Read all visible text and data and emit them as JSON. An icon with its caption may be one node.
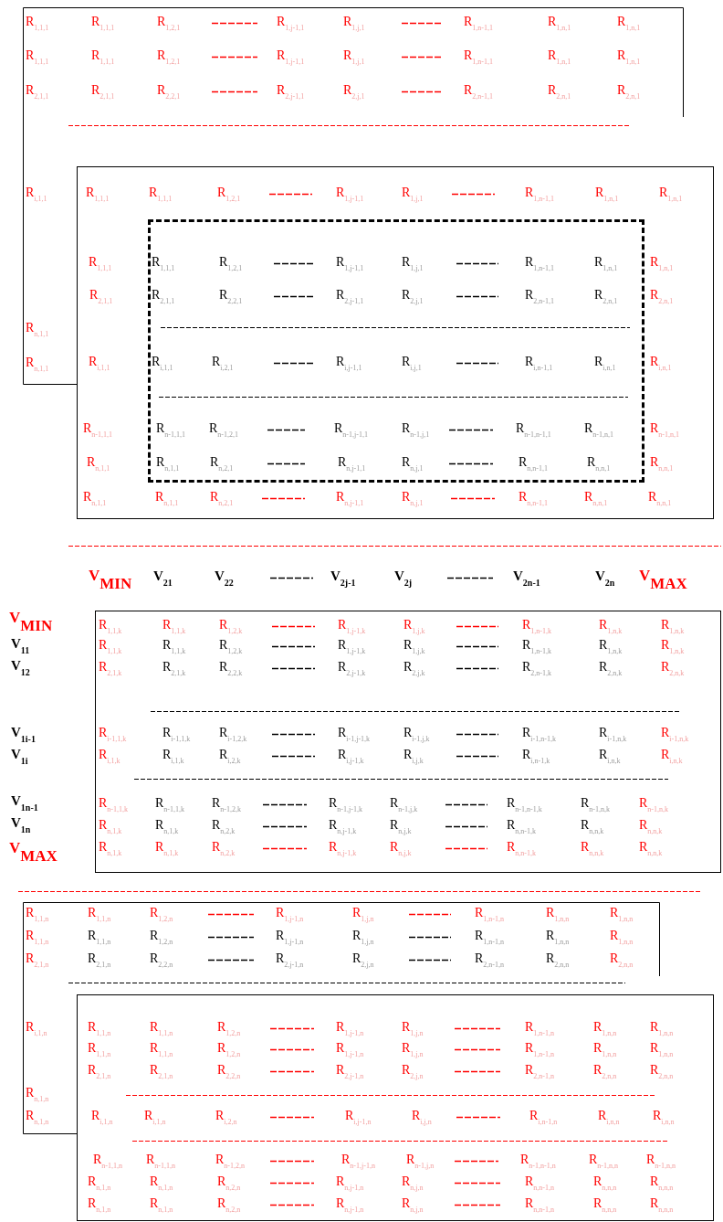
{
  "diagram": {
    "nodes": [
      {
        "text": [
          "R$_{1,1,1}$",
          "R$_{1,1,1}$",
          "R$_{1,2,1}$",
          "R$_{1,j-1,1}$",
          "R$_{1,j,1}$",
          "R$_{1,n-1,1}$",
          "R$_{1,n,1}$",
          "R$_{1,n,1}$",
          "R$_{1,1,1}$",
          "R$_{1,1,1}$",
          "R$_{1,2,1}$",
          "R$_{1,j-1,1}$",
          "R$_{1,j,1}$",
          "R$_{1,n-1,1}$",
          "R$_{1,n,1}$",
          "R$_{1,n,1}$",
          "R$_{2,1,1}$",
          "R$_{2,1,1}$",
          "R$_{2,2,1}$",
          "R$_{2,j-1,1}$",
          "R$_{2,j,1}$",
          "R$_{2,n-1,1}$",
          "R$_{2,n,1}$",
          "R$_{2,n,1}$",
          "R$_{i,1,1}$",
          "R$_{n,1,1}$",
          "R$_{n,1,1}$"
        ]
      },
      {
        "text": [
          "R$_{1,1,1}$",
          "R$_{1,1,1}$",
          "R$_{1,2,1}$",
          "R$_{1,j-1,1}$",
          "R$_{1,j,1}$",
          "R$_{1,n-1,1}$",
          "R$_{1,n,1}$",
          "R$_{1,n,1}$",
          "R$_{1,1,1}$",
          "R$_{1,n,1}$",
          "R$_{2,1,1}$",
          "R$_{2,n,1}$",
          "R$_{i,1,1}$",
          "R$_{i,n,1}$",
          "R$_{n-1,1,1}$",
          "R$_{n-1,n,1}$",
          "R$_{n,1,1}$",
          "R$_{n,n,1}$",
          "R$_{n,1,1}$",
          "R$_{n,1,1}$",
          "R$_{n,2,1}$",
          "R$_{n,j-1,1}$",
          "R$_{n,j,1}$",
          "R$_{n,n-1,1}$",
          "R$_{n,n,1}$",
          "R$_{n,n,1}$"
        ],
        "in": 0
      },
      {
        "text": [
          "R$_{1,1,1}$",
          "R$_{1,2,1}$",
          "R$_{1,j-1,1}$",
          "R$_{1,j,1}$",
          "R$_{1,n-1,1}$",
          "R$_{1,n,1}$",
          "R$_{2,1,1}$",
          "R$_{2,2,1}$",
          "R$_{2,j-1,1}$",
          "R$_{2,j,1}$",
          "R$_{2,n-1,1}$",
          "R$_{2,n,1}$",
          "R$_{i,1,1}$",
          "R$_{i,2,1}$",
          "R$_{i,j-1,1}$",
          "R$_{i,j,1}$",
          "R$_{i,n-1,1}$",
          "R$_{i,n,1}$",
          "R$_{n-1,1,1}$",
          "R$_{n-1,2,1}$",
          "R$_{n-1,j-1,1}$",
          "R$_{n-1,j,1}$",
          "R$_{n-1,n-1,1}$",
          "R$_{n-1,n,1}$",
          "R$_{n,1,1}$",
          "R$_{n,2,1}$",
          "R$_{n,j-1,1}$",
          "R$_{n,j,1}$",
          "R$_{n,n-1,1}$",
          "R$_{n,n,1}$"
        ],
        "in": 1
      },
      {
        "text": [
          "R$_{1,1,k}$",
          "R$_{1,1,k}$",
          "R$_{1,2,k}$",
          "R$_{1,j-1,k}$",
          "R$_{1,j,k}$",
          "R$_{1,n-1,k}$",
          "R$_{1,n,k}$",
          "R$_{1,n,k}$",
          "R$_{1,1,k}$",
          "R$_{1,1,k}$",
          "R$_{1,2,k}$",
          "R$_{1,j-1,k}$",
          "R$_{1,j,k}$",
          "R$_{1,n-1,k}$",
          "R$_{1,n,k}$",
          "R$_{1,n,k}$",
          "R$_{2,1,k}$",
          "R$_{2,1,k}$",
          "R$_{2,2,k}$",
          "R$_{2,j-1,k}$",
          "R$_{2,j,k}$",
          "R$_{2,n-1,k}$",
          "R$_{2,n,k}$",
          "R$_{2,n,k}$",
          "R$_{i-1,1,k}$",
          "R$_{i-1,1,k}$",
          "R$_{i-1,2,k}$",
          "R$_{i-1,j-1,k}$",
          "R$_{i-1,j,k}$",
          "R$_{i-1,n-1,k}$",
          "R$_{i-1,n,k}$",
          "R$_{i-1,n,k}$",
          "R$_{i,1,k}$",
          "R$_{i,1,k}$",
          "R$_{i,2,k}$",
          "R$_{i,j-1,k}$",
          "R$_{i,j,k}$",
          "R$_{i,n-1,k}$",
          "R$_{i,n,k}$",
          "R$_{i,n,k}$",
          "R$_{n-1,1,k}$",
          "R$_{n-1,1,k}$",
          "R$_{n-1,2,k}$",
          "R$_{n-1,j-1,k}$",
          "R$_{n-1,j,k}$",
          "R$_{n-1,n-1,k}$",
          "R$_{n-1,n,k}$",
          "R$_{n-1,n,k}$",
          "R$_{n,1,k}$",
          "R$_{n,1,k}$",
          "R$_{n,2,k}$",
          "R$_{n,j-1,k}$",
          "R$_{n,j,k}$",
          "R$_{n,n-1,k}$",
          "R$_{n,n,k}$",
          "R$_{n,n,k}$",
          "R$_{n,1,k}$",
          "R$_{n,1,k}$",
          "R$_{n,2,k}$",
          "R$_{n,j-1,k}$",
          "R$_{n,j,k}$",
          "R$_{n,n-1,k}$",
          "R$_{n,n,k}$",
          "R$_{n,n,k}$"
        ]
      },
      {
        "text": [
          "R$_{1,1,n}$",
          "R$_{1,1,n}$",
          "R$_{1,2,n}$",
          "R$_{1,j-1,n}$",
          "R$_{1,j,n}$",
          "R$_{1,n-1,n}$",
          "R$_{1,n,n}$",
          "R$_{1,n,n}$",
          "R$_{1,1,n}$",
          "R$_{1,1,n}$",
          "R$_{1,2,n}$",
          "R$_{1,j-1,n}$",
          "R$_{1,j,n}$",
          "R$_{1,n-1,n}$",
          "R$_{1,n,n}$",
          "R$_{1,n,n}$",
          "R$_{2,1,n}$",
          "R$_{2,1,n}$",
          "R$_{2,2,n}$",
          "R$_{2,j-1,n}$",
          "R$_{2,j,n}$",
          "R$_{2,n-1,n}$",
          "R$_{2,n,n}$",
          "R$_{2,n,n}$",
          "R$_{i,1,n}$",
          "R$_{n,1,n}$",
          "R$_{n,1,n}$"
        ]
      },
      {
        "in": 4,
        "text": [
          "R$_{1,1,n}$",
          "R$_{1,1,n}$",
          "R$_{1,2,n}$",
          "R$_{1,j-1,n}$",
          "R$_{1,j,n}$",
          "R$_{1,n-1,n}$",
          "R$_{1,n,n}$",
          "R$_{1,n,n}$",
          "R$_{1,1,n}$",
          "R$_{1,1,n}$",
          "R$_{1,2,n}$",
          "R$_{1,j-1,n}$",
          "R$_{1,j,n}$",
          "R$_{1,n-1,n}$",
          "R$_{1,n,n}$",
          "R$_{1,n,n}$",
          "R$_{2,1,n}$",
          "R$_{2,1,n}$",
          "R$_{2,2,n}$",
          "R$_{2,j-1,n}$",
          "R$_{2,j,n}$",
          "R$_{2,n-1,n}$",
          "R$_{2,n,n}$",
          "R$_{2,n,n}$",
          "R$_{i,1,n}$",
          "R$_{i,1,n}$",
          "R$_{i,2,n}$",
          "R$_{i,j-1,n}$",
          "R$_{i,j,n}$",
          "R$_{i,n-1,n}$",
          "R$_{i,n,n}$",
          "R$_{i,n,n}$",
          "R$_{n-1,1,n}$",
          "R$_{n-1,1,n}$",
          "R$_{n-1,2,n}$",
          "R$_{n-1,j-1,n}$",
          "R$_{n-1,j,n}$",
          "R$_{n-1,n-1,n}$",
          "R$_{n-1,n,n}$",
          "R$_{n-1,n,n}$",
          "R$_{n,1,n}$",
          "R$_{n,1,n}$",
          "R$_{n,2,n}$",
          "R$_{n,j-1,n}$",
          "R$_{n,j,n}$",
          "R$_{n,n-1,n}$",
          "R$_{n,n,n}$",
          "R$_{n,n,n}$",
          "R$_{n,1,n}$",
          "R$_{n,1,n}$",
          "R$_{n,2,n}$",
          "R$_{n,j-1,n}$",
          "R$_{n,j,n}$",
          "R$_{n,n-1,n}$",
          "R$_{n,n,n}$",
          "R$_{n,n,n}$"
        ]
      }
    ],
    "labels": [
      "V$_{MIN}$",
      "V$_{21}$",
      "V$_{22}$",
      "V$_{2j-1}$",
      "V$_{2j}$",
      "V$_{2n-1}$",
      "V$_{2n}$",
      "V$_{MAX}$",
      "V$_{MIN}$",
      "V$_{11}$",
      "V$_{12}$",
      "V$_{1i-1}$",
      "V$_{1i}$",
      "V$_{1n-1}$",
      "V$_{1n}$",
      "V$_{MAX}$"
    ]
  }
}
